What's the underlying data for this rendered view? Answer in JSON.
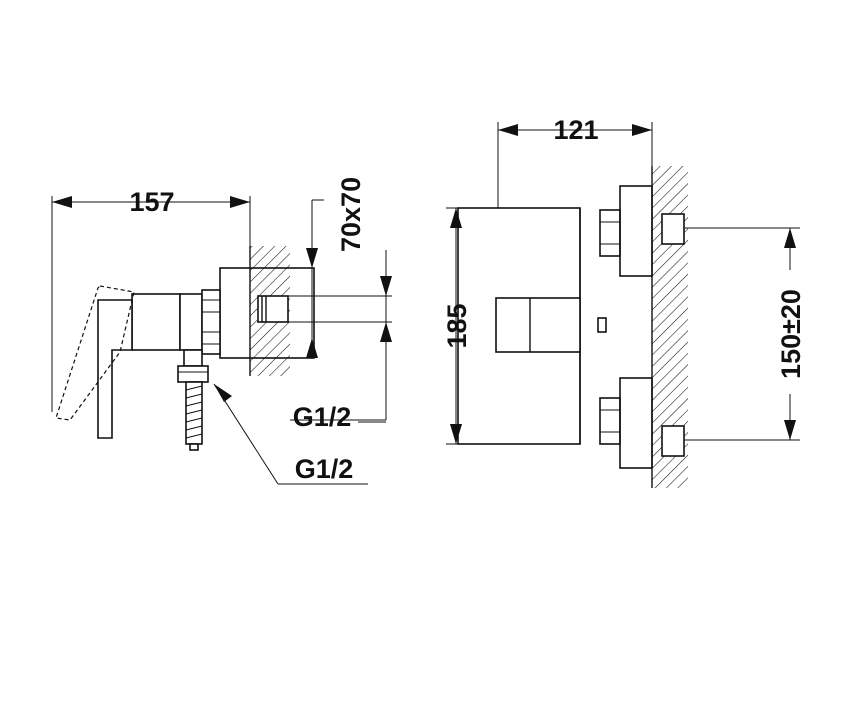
{
  "diagram": {
    "left_view": {
      "width_label": "157",
      "wall_box_label": "70x70",
      "inlet_label": "G1/2",
      "outlet_label": "G1/2"
    },
    "right_view": {
      "depth_label": "121",
      "height_label": "185",
      "spacing_label": "150±20"
    },
    "colors": {
      "line": "#111111",
      "background": "#ffffff"
    }
  }
}
